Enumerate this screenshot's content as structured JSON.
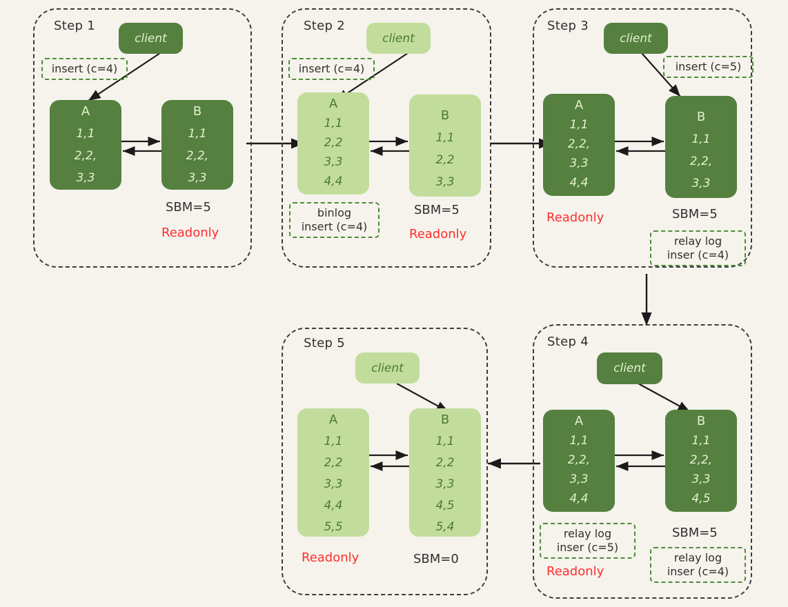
{
  "diagram": {
    "title": "MySQL master-slave replication step diagram",
    "background_color": "#f5f3ec",
    "colors": {
      "dark_green": "#55803f",
      "light_green": "#c2dd9b",
      "note_border": "#4e8a3a",
      "readonly_red": "#ff2d2d",
      "panel_border": "#3b3b3b"
    }
  },
  "steps": [
    {
      "id": "step1",
      "title": "Step 1",
      "client": {
        "label": "client",
        "shade": "dark"
      },
      "note_top": {
        "lines": [
          "insert (c=4)"
        ]
      },
      "nodes": [
        {
          "name": "A",
          "shade": "dark",
          "rows": [
            "A",
            "1,1",
            "2,2,",
            "3,3"
          ]
        },
        {
          "name": "B",
          "shade": "dark",
          "rows": [
            "B",
            "1,1",
            "2,2,",
            "3,3"
          ]
        }
      ],
      "status": {
        "sbm": "SBM=5",
        "readonly": "Readonly"
      }
    },
    {
      "id": "step2",
      "title": "Step 2",
      "client": {
        "label": "client",
        "shade": "light"
      },
      "note_top": {
        "lines": [
          "insert (c=4)"
        ]
      },
      "note_bottom_left": {
        "lines": [
          "binlog",
          "insert (c=4)"
        ]
      },
      "nodes": [
        {
          "name": "A",
          "shade": "light",
          "rows": [
            "A",
            "1,1",
            "2,2",
            "3,3",
            "4,4"
          ]
        },
        {
          "name": "B",
          "shade": "light",
          "rows": [
            "B",
            "1,1",
            "2,2",
            "3,3"
          ]
        }
      ],
      "status": {
        "sbm": "SBM=5",
        "readonly": "Readonly"
      }
    },
    {
      "id": "step3",
      "title": "Step 3",
      "client": {
        "label": "client",
        "shade": "dark"
      },
      "note_top": {
        "lines": [
          "insert (c=5)"
        ]
      },
      "note_bottom_right": {
        "lines": [
          "relay log",
          "inser (c=4)"
        ]
      },
      "nodes": [
        {
          "name": "A",
          "shade": "dark",
          "rows": [
            "A",
            "1,1",
            "2,2,",
            "3,3",
            "4,4"
          ]
        },
        {
          "name": "B",
          "shade": "dark",
          "rows": [
            "B",
            "1,1",
            "2,2,",
            "3,3"
          ]
        }
      ],
      "status": {
        "sbm": "SBM=5",
        "readonly": "Readonly"
      }
    },
    {
      "id": "step4",
      "title": "Step 4",
      "client": {
        "label": "client",
        "shade": "dark"
      },
      "note_bottom_left": {
        "lines": [
          "relay log",
          "inser (c=5)"
        ]
      },
      "note_bottom_right": {
        "lines": [
          "relay log",
          "inser (c=4)"
        ]
      },
      "nodes": [
        {
          "name": "A",
          "shade": "dark",
          "rows": [
            "A",
            "1,1",
            "2,2,",
            "3,3",
            "4,4"
          ]
        },
        {
          "name": "B",
          "shade": "dark",
          "rows": [
            "B",
            "1,1",
            "2,2,",
            "3,3",
            "4,5"
          ]
        }
      ],
      "status": {
        "sbm": "SBM=5",
        "readonly": "Readonly"
      }
    },
    {
      "id": "step5",
      "title": "Step 5",
      "client": {
        "label": "client",
        "shade": "light"
      },
      "nodes": [
        {
          "name": "A",
          "shade": "light",
          "rows": [
            "A",
            "1,1",
            "2,2",
            "3,3",
            "4,4",
            "5,5"
          ]
        },
        {
          "name": "B",
          "shade": "light",
          "rows": [
            "B",
            "1,1",
            "2,2",
            "3,3",
            "4,5",
            "5,4"
          ]
        }
      ],
      "status": {
        "sbm": "SBM=0",
        "readonly": "Readonly"
      }
    }
  ],
  "flow": {
    "step1_to_step2": "arrow-right",
    "step2_to_step3": "arrow-right",
    "step3_to_step4": "arrow-down",
    "step4_to_step5": "arrow-left"
  }
}
